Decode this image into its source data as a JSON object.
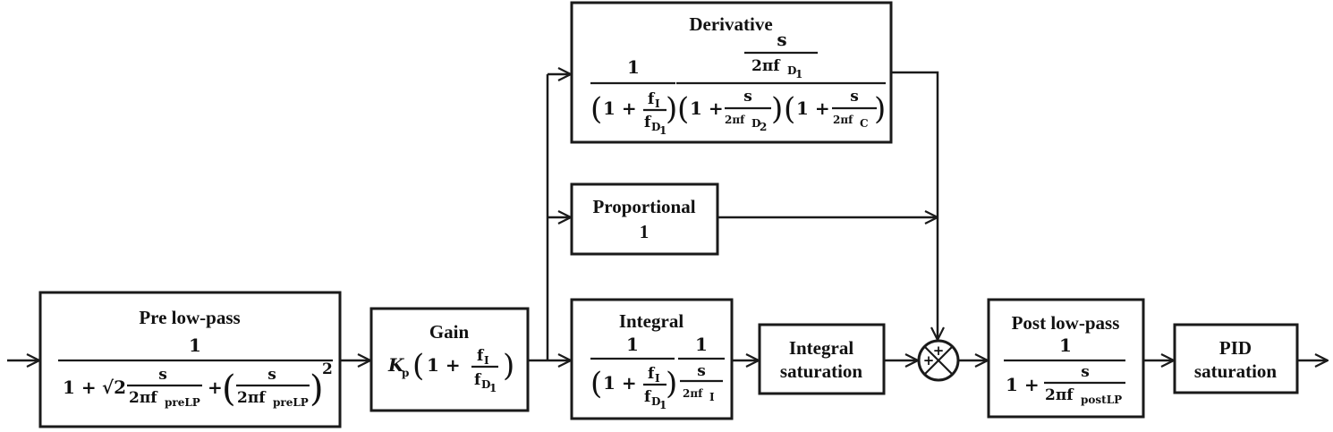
{
  "blocks": {
    "pre_lowpass": {
      "title": "Pre low-pass",
      "num": "1",
      "den_one_plus": "1 +",
      "sqrt2": "√2",
      "s": "s",
      "twopi_f": "2πf",
      "sub_prelp": "preLP",
      "plus": "+",
      "power": "2"
    },
    "gain": {
      "title": "Gain",
      "kp": "K",
      "kp_sub": "p",
      "one_plus": "1 +",
      "f": "f",
      "sub_i": "I",
      "sub_d1": "D",
      "sub_1": "1"
    },
    "derivative": {
      "title": "Derivative",
      "num": "1",
      "one_plus": "1 +",
      "f": "f",
      "sub_i": "I",
      "sub_d": "D",
      "sub_1": "1",
      "sub_2": "2",
      "sub_c": "C",
      "s": "s",
      "twopi_f": "2πf"
    },
    "proportional": {
      "title": "Proportional",
      "value": "1"
    },
    "integral": {
      "title": "Integral",
      "num": "1",
      "one_plus": "1 +",
      "f": "f",
      "sub_i": "I",
      "sub_d": "D",
      "sub_1": "1",
      "s": "s",
      "twopi_f": "2πf"
    },
    "integral_saturation": {
      "line1": "Integral",
      "line2": "saturation"
    },
    "summer": {
      "plus": "+"
    },
    "post_lowpass": {
      "title": "Post low-pass",
      "num": "1",
      "one_plus": "1 +",
      "s": "s",
      "twopi_f": "2πf",
      "sub_postlp": "postLP"
    },
    "pid_saturation": {
      "line1": "PID",
      "line2": "saturation"
    }
  }
}
